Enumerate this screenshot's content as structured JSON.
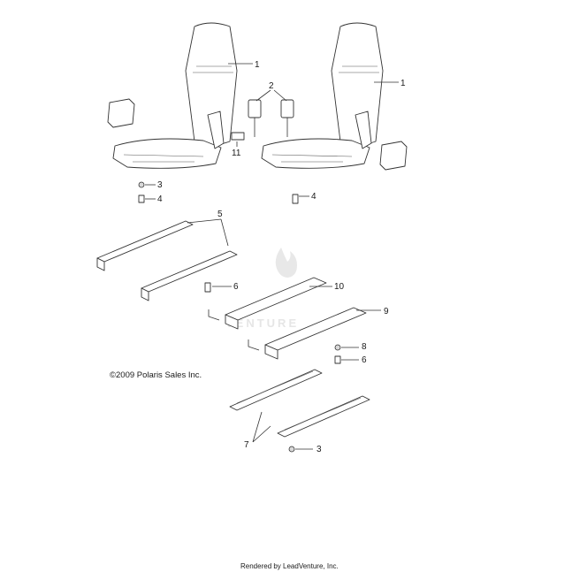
{
  "diagram": {
    "callouts": [
      "1",
      "1",
      "2",
      "11",
      "3",
      "4",
      "4",
      "5",
      "6",
      "10",
      "9",
      "8",
      "6",
      "7",
      "3"
    ],
    "copyright": "©2009 Polaris Sales Inc.",
    "footer": "Rendered by LeadVenture, Inc.",
    "watermark_text": "VENTURE"
  }
}
